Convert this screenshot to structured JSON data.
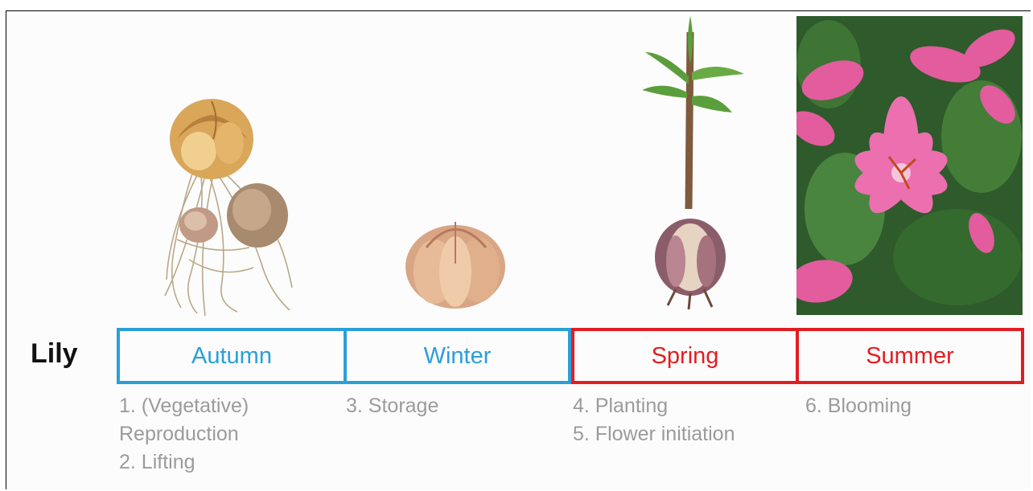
{
  "species": "Lily",
  "seasons": [
    {
      "name": "Autumn",
      "color": "#2a9fd8"
    },
    {
      "name": "Winter",
      "color": "#2a9fd8"
    },
    {
      "name": "Spring",
      "color": "#e21d22"
    },
    {
      "name": "Summer",
      "color": "#e21d22"
    }
  ],
  "steps": {
    "autumn": [
      "1. (Vegetative)",
      "Reproduction",
      "2. Lifting"
    ],
    "winter": [
      "3. Storage"
    ],
    "spring": [
      "4. Planting",
      "5. Flower initiation"
    ],
    "summer": [
      "6. Blooming"
    ]
  },
  "images": [
    {
      "icon": "bulb-with-roots-icon"
    },
    {
      "icon": "stored-bulb-icon"
    },
    {
      "icon": "sprouting-bulb-icon"
    },
    {
      "icon": "blooming-lily-photo"
    }
  ]
}
